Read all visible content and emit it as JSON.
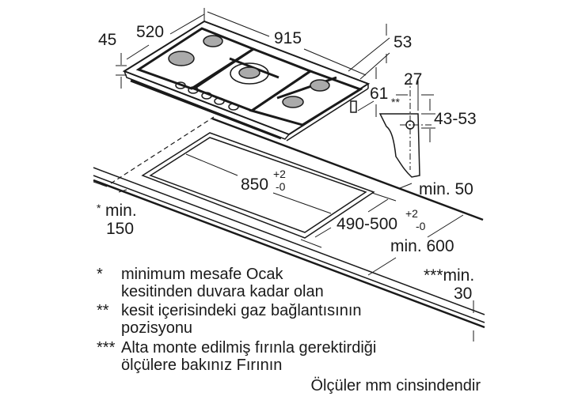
{
  "dimensions": {
    "height_front": "45",
    "depth": "520",
    "width": "915",
    "height_back": "53",
    "height_side": "61",
    "gas_offset": "27",
    "gas_marker": "**",
    "gas_height": "43-53",
    "cutout_width": "850",
    "cutout_width_tol_plus": "+2",
    "cutout_width_tol_minus": "-0",
    "cutout_depth": "490-500",
    "cutout_depth_tol_plus": "+2",
    "cutout_depth_tol_minus": "-0",
    "back_clearance": "min. 50",
    "wall_clearance_marker": "*",
    "wall_clearance_label": "min.",
    "wall_clearance_value": "150",
    "worktop_depth": "min. 600",
    "worktop_thickness_label": "***min.",
    "worktop_thickness_value": "30"
  },
  "legend": [
    {
      "marker": "*",
      "lines": [
        "minimum mesafe Ocak",
        "kesitinden duvara kadar olan"
      ]
    },
    {
      "marker": "**",
      "lines": [
        "kesit içerisindeki gaz bağlantısının",
        "pozisyonu"
      ]
    },
    {
      "marker": "***",
      "lines": [
        "Alta monte edilmiş fırınla gerektirdiği",
        "ölçülere bakınız Fırının"
      ]
    }
  ],
  "units_note": "Ölçüler mm cinsindendir"
}
